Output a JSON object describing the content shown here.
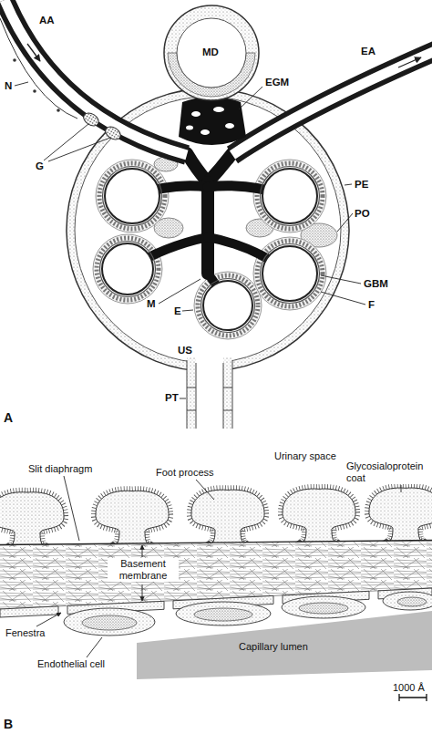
{
  "diagram": {
    "labels": [
      "AA",
      "MD",
      "EGM",
      "EA",
      "N",
      "G",
      "PE",
      "PO",
      "M",
      "E",
      "GBM",
      "F",
      "US",
      "PT",
      "A",
      "Slit diaphragm",
      "Urinary space",
      "Glycosialoprotein coat",
      "Foot process",
      "Basement membrane",
      "Fenestra",
      "Capillary lumen",
      "Endothelial cell",
      "1000 Å",
      "B"
    ]
  }
}
